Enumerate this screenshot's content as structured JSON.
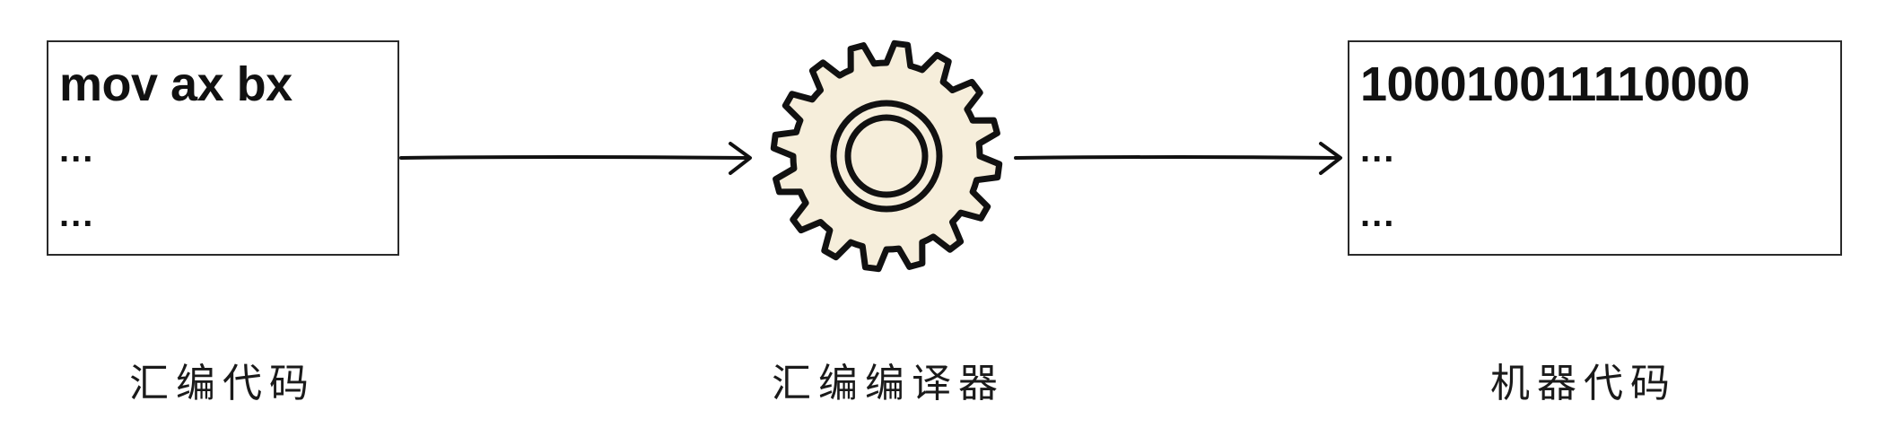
{
  "diagram": {
    "source_box": {
      "lines": [
        "mov ax bx",
        "...",
        "..."
      ]
    },
    "compiler": {
      "icon": "gear-icon",
      "fill_color": "#f6eedb",
      "stroke_color": "#111111"
    },
    "output_box": {
      "lines": [
        "100010011110000",
        "...",
        "..."
      ]
    },
    "captions": {
      "source": "汇编代码",
      "compiler": "汇编编译器",
      "output": "机器代码"
    }
  }
}
